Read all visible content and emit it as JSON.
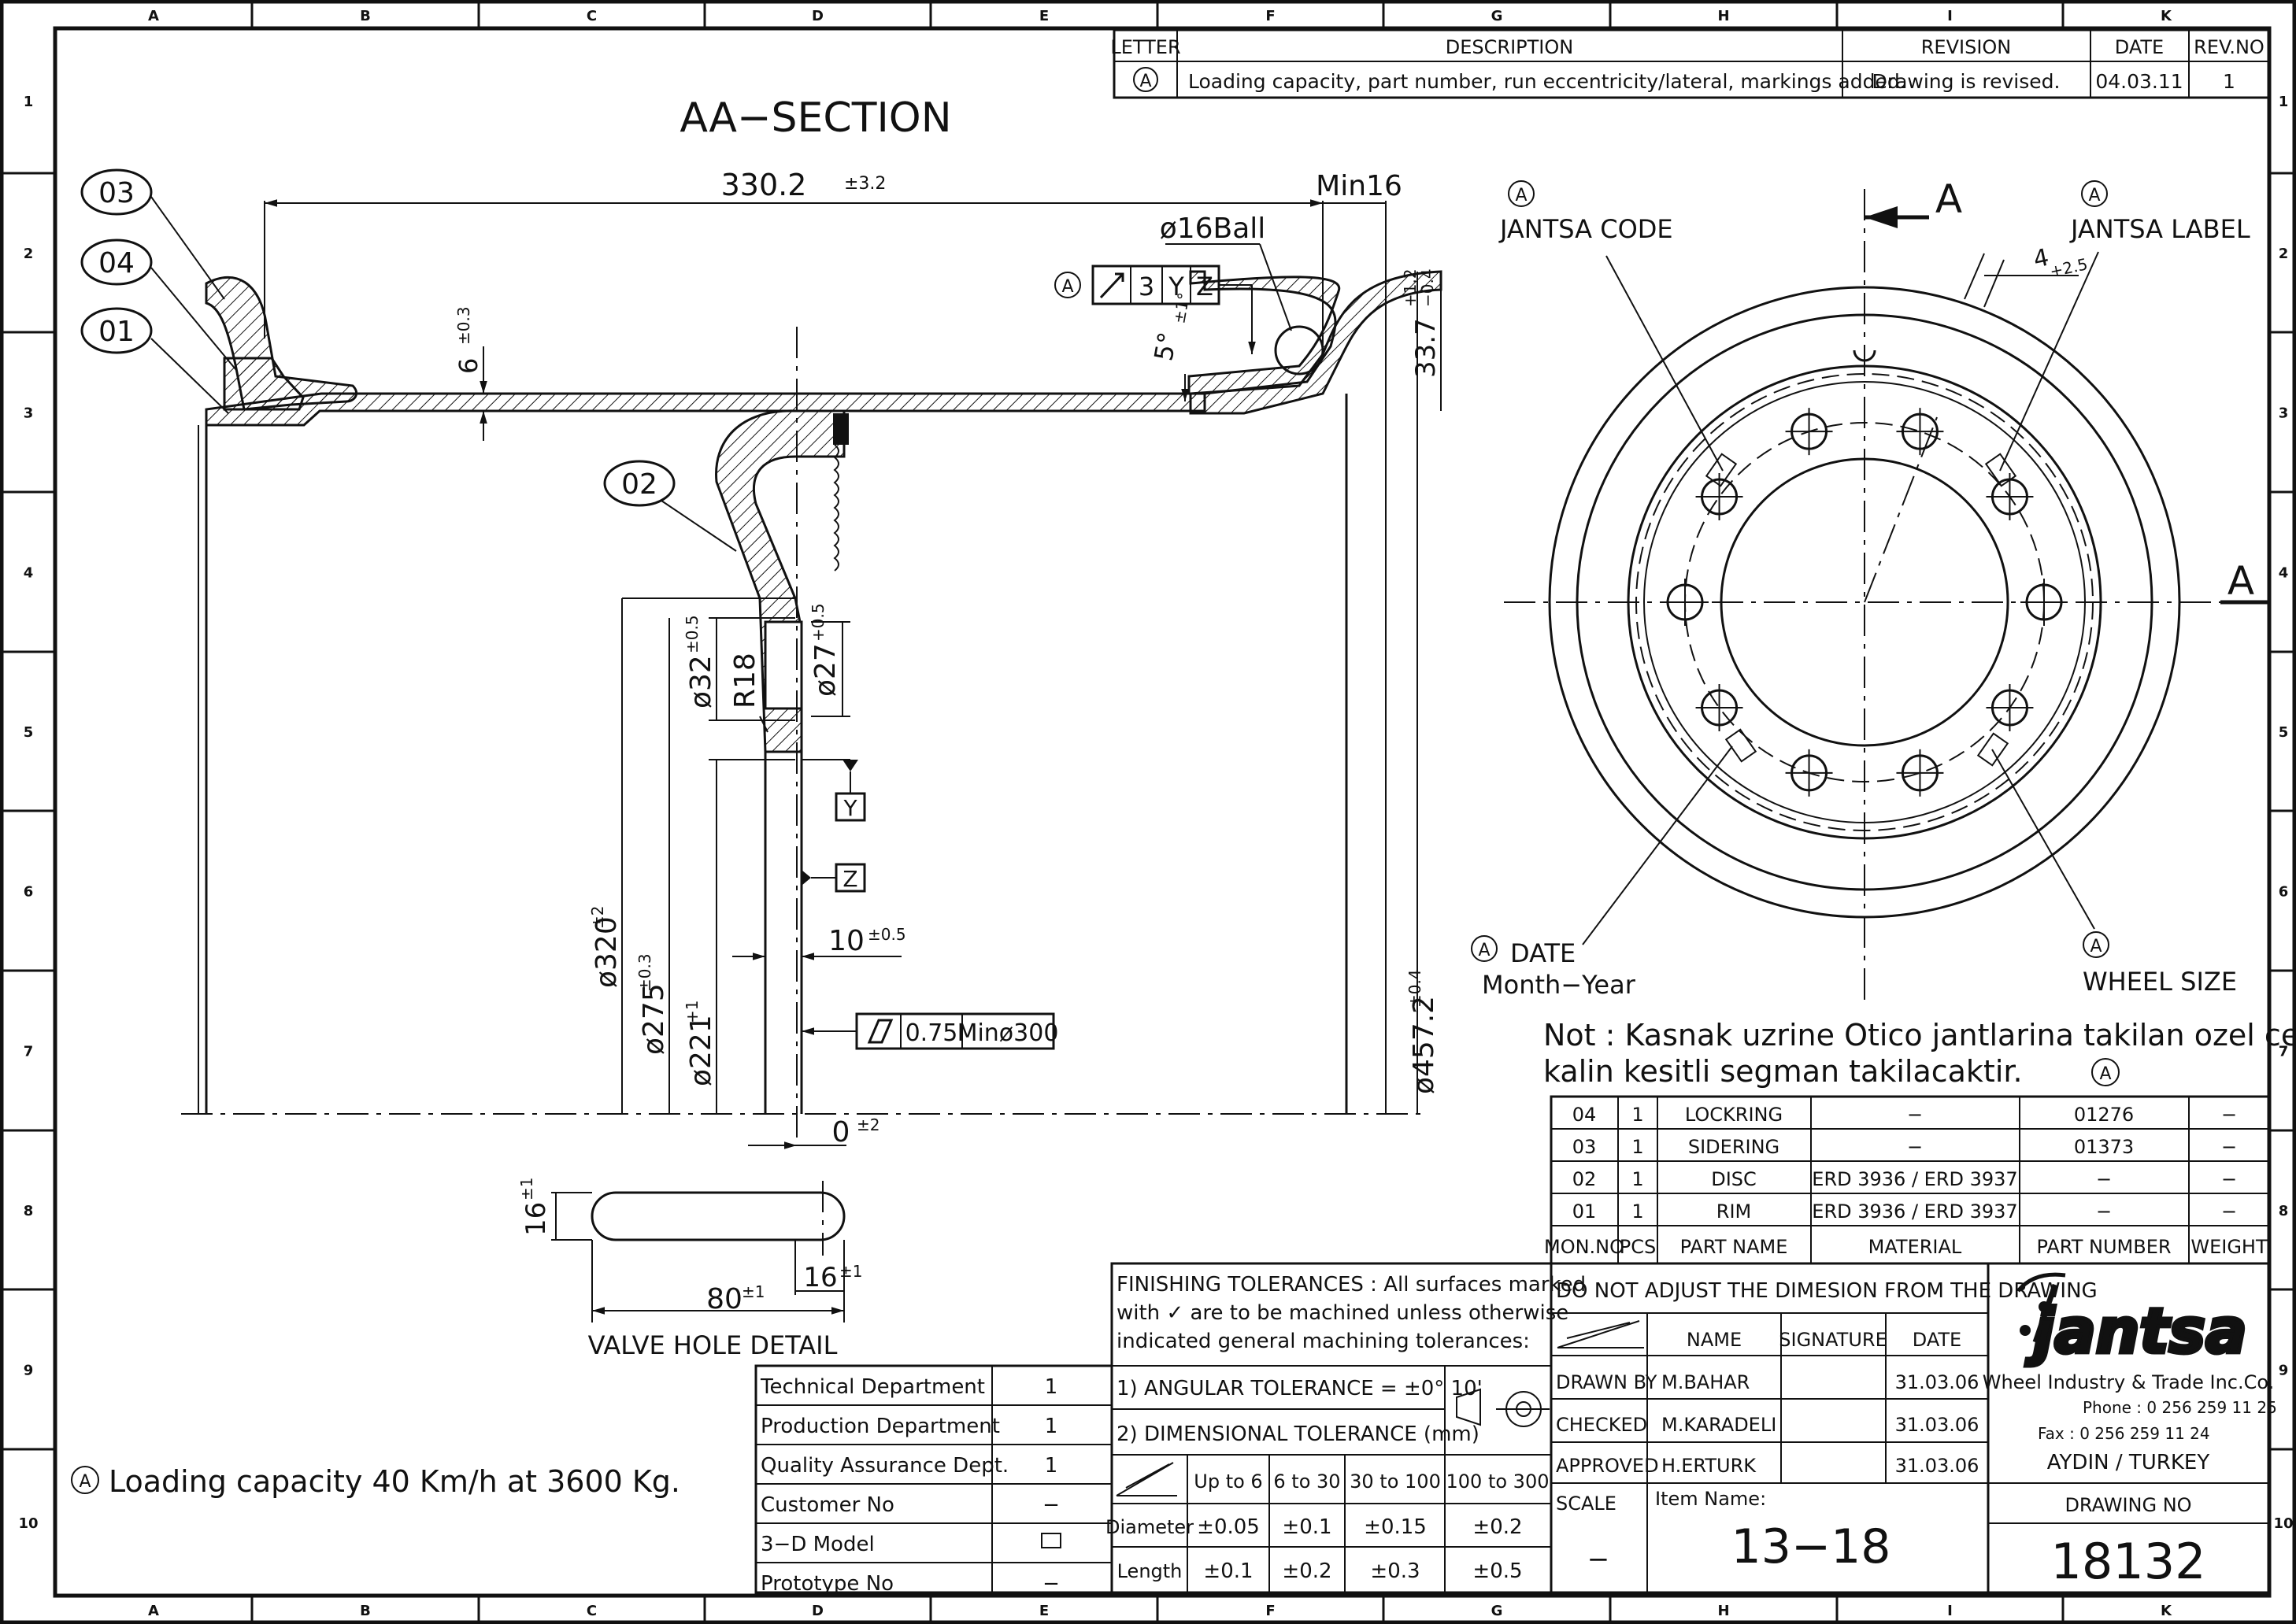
{
  "grid": {
    "columns": [
      "A",
      "B",
      "C",
      "D",
      "E",
      "F",
      "G",
      "H",
      "I",
      "K"
    ],
    "rows": [
      "1",
      "2",
      "3",
      "4",
      "5",
      "6",
      "7",
      "8",
      "9",
      "10"
    ]
  },
  "revision": {
    "headers": {
      "letter": "LETTER",
      "description": "DESCRIPTION",
      "revision": "REVISION",
      "date": "DATE",
      "revno": "REV.NO"
    },
    "row": {
      "letter": "A",
      "description": "Loading capacity, part number, run eccentricity/lateral, markings added.",
      "revision": "Drawing is revised.",
      "date": "04.03.11",
      "revno": "1"
    }
  },
  "section": {
    "title": "AA−SECTION",
    "dims": {
      "width": "330.2",
      "width_tol": "±3.2",
      "min": "Min16",
      "ball": "ø16Ball",
      "gdt_runout": "3",
      "gdt_y": "Y",
      "gdt_z": "Z",
      "angle": "5°",
      "angle_tol": "±1°",
      "thick6": "6",
      "thick6_tol": "±0.3",
      "flange": "33.7",
      "flange_tol_up": "+1.2",
      "flange_tol_dn": "−0.4",
      "d32": "ø32",
      "d32_tol": "±0.5",
      "r18": "R18",
      "d27": "ø27",
      "d27_tol": "+0.5",
      "d320": "ø320",
      "d320_tol": "±2",
      "d275": "ø275",
      "d275_tol": "±0.3",
      "d221": "ø221",
      "d221_tol": "+1",
      "t10": "10",
      "t10_tol": "±0.5",
      "flat_val": "0.75",
      "flat_min": "Minø300",
      "d4572": "ø457.2",
      "d4572_tol": "±0.4",
      "offset0": "0",
      "offset0_tol": "±2",
      "datum_y": "Y",
      "datum_z": "Z",
      "rev_mark": "A"
    },
    "balloons": [
      "03",
      "04",
      "01",
      "02"
    ]
  },
  "valve": {
    "title": "VALVE HOLE DETAIL",
    "h": "16",
    "h_tol": "±1",
    "w": "80",
    "w_tol": "±1",
    "r": "16",
    "r_tol": "±1"
  },
  "front": {
    "section_mark": "A",
    "labels": {
      "code": "JANTSA CODE",
      "label": "JANTSA LABEL",
      "date": "DATE",
      "month": "Month−Year",
      "size": "WHEEL SIZE",
      "dim4": "4",
      "dim4_tol": "+2.5",
      "rev": "A"
    }
  },
  "note": {
    "line1": "Not : Kasnak uzrine Otico jantlarina takilan ozel cekilen",
    "line2": "kalin kesitli segman takilacaktir.",
    "rev": "A"
  },
  "parts": {
    "headers": [
      "MON.NO",
      "PCS",
      "PART NAME",
      "MATERIAL",
      "PART NUMBER",
      "WEIGHT"
    ],
    "rows": [
      [
        "04",
        "1",
        "LOCKRING",
        "−",
        "01276",
        "−"
      ],
      [
        "03",
        "1",
        "SIDERING",
        "−",
        "01373",
        "−"
      ],
      [
        "02",
        "1",
        "DISC",
        "ERD 3936 / ERD 3937",
        "−",
        "−"
      ],
      [
        "01",
        "1",
        "RIM",
        "ERD 3936 / ERD 3937",
        "−",
        "−"
      ]
    ]
  },
  "finishing": {
    "line1": "FINISHING TOLERANCES : All surfaces marked",
    "line2": "with ✓ are to be machined unless otherwise",
    "line3": "indicated general machining tolerances:",
    "angular": "1) ANGULAR TOLERANCE = ±0° 10'",
    "dimensional": "2) DIMENSIONAL TOLERANCE (mm)",
    "ranges": [
      "Up to 6",
      "6 to 30",
      "30 to 100",
      "100 to 300"
    ],
    "diameter": {
      "label": "Diameter",
      "values": [
        "±0.05",
        "±0.1",
        "±0.15",
        "±0.2"
      ]
    },
    "length": {
      "label": "Length",
      "values": [
        "±0.1",
        "±0.2",
        "±0.3",
        "±0.5"
      ]
    }
  },
  "departments": [
    [
      "Technical Department",
      "1"
    ],
    [
      "Production Department",
      "1"
    ],
    [
      "Quality Assurance Dept.",
      "1"
    ],
    [
      "Customer No",
      "−"
    ],
    [
      "3−D Model",
      ""
    ],
    [
      "Prototype No",
      "−"
    ]
  ],
  "signoff": {
    "notice": "DO NOT ADJUST THE DIMESION FROM THE DRAWING",
    "headers": [
      "NAME",
      "SIGNATURE",
      "DATE"
    ],
    "rows": [
      [
        "DRAWN BY",
        "M.BAHAR",
        "",
        "31.03.06"
      ],
      [
        "CHECKED",
        "M.KARADELI",
        "",
        "31.03.06"
      ],
      [
        "APPROVED",
        "H.ERTURK",
        "",
        "31.03.06"
      ]
    ],
    "scale_label": "SCALE",
    "scale_value": "−",
    "item_label": "Item Name:",
    "item_value": "13−18"
  },
  "company": {
    "logo": "jantsa",
    "name": "Wheel Industry & Trade Inc.Co.",
    "phone": "Phone : 0 256 259 11 25",
    "fax": "Fax    : 0 256 259 11 24",
    "city": "AYDIN / TURKEY",
    "drawing_no_label": "DRAWING NO",
    "drawing_no": "18132"
  },
  "footnote": {
    "rev": "A",
    "text": "Loading capacity 40 Km/h at 3600 Kg."
  }
}
